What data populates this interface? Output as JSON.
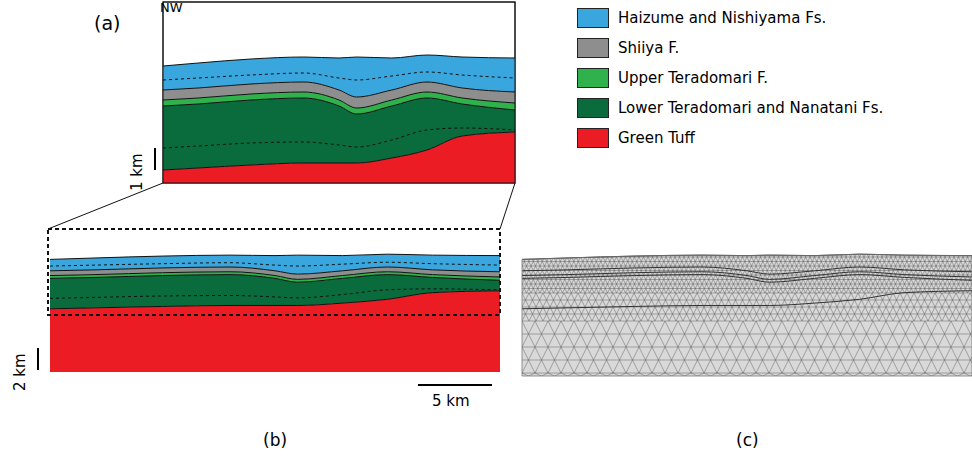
{
  "diagram": {
    "labels": [
      "(a)",
      "NW",
      "1 km",
      "2 km",
      "5 km",
      "(b)",
      "(c)"
    ],
    "legend": [
      {
        "text": "Haizume and Nishiyama Fs.",
        "color": "#3aa6de"
      },
      {
        "text": "Shiiya F.",
        "color": "#8e8e8e"
      },
      {
        "text": "Upper Teradomari F.",
        "color": "#2fb24c"
      },
      {
        "text": "Lower Teradomari and Nanatani Fs.",
        "color": "#0a6b3c"
      },
      {
        "text": "Green Tuff",
        "color": "#ec1c24"
      }
    ]
  }
}
